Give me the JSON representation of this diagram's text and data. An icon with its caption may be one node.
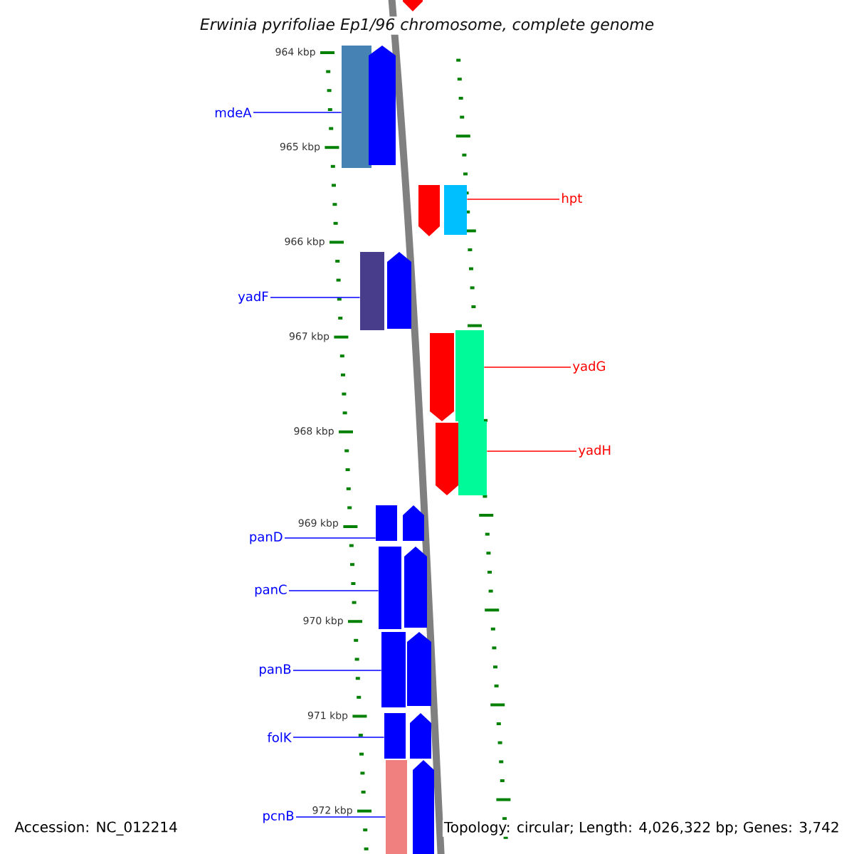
{
  "diagram": {
    "title": "Erwinia pyrifoliae Ep1/96 chromosome, complete genome",
    "nodes": [
      {
        "text": [],
        "shape": "bar"
      },
      {
        "text": [
          "mdeA"
        ]
      },
      {
        "text": [],
        "shape": "bar"
      },
      {
        "text": [],
        "shape": "bar"
      },
      {
        "text": [
          "hpt"
        ]
      },
      {
        "text": [],
        "shape": "bar"
      },
      {
        "text": [],
        "shape": "bar"
      },
      {
        "text": [
          "yadF"
        ]
      },
      {
        "text": [],
        "shape": "bar"
      },
      {
        "text": [],
        "shape": "bar"
      },
      {
        "text": [
          "yadG"
        ]
      },
      {
        "text": [],
        "shape": "bar"
      },
      {
        "text": [],
        "shape": "bar"
      },
      {
        "text": [
          "yadH"
        ]
      },
      {
        "text": [],
        "shape": "bar"
      },
      {
        "text": [],
        "shape": "bar"
      },
      {
        "text": [
          "panD"
        ]
      },
      {
        "text": [],
        "shape": "bar"
      },
      {
        "text": [],
        "shape": "bar"
      },
      {
        "text": [
          "panC"
        ]
      },
      {
        "text": [],
        "shape": "bar"
      },
      {
        "text": [],
        "shape": "bar"
      },
      {
        "text": [
          "panB"
        ]
      },
      {
        "text": [],
        "shape": "bar"
      },
      {
        "text": [],
        "shape": "bar"
      },
      {
        "text": [
          "folK"
        ]
      },
      {
        "text": [],
        "shape": "bar"
      },
      {
        "text": [],
        "shape": "bar"
      },
      {
        "text": [
          "pcnB"
        ]
      },
      {
        "text": [],
        "shape": "bar"
      },
      {
        "text": [],
        "shape": "bar"
      }
    ],
    "edges": [
      {
        "from": 1,
        "to": 2,
        "arrow": "none"
      },
      {
        "from": 4,
        "to": 6,
        "arrow": "none",
        "color": "#ff0000"
      },
      {
        "from": 7,
        "to": 8,
        "arrow": "none"
      },
      {
        "from": 10,
        "to": 12,
        "arrow": "none",
        "color": "#ff0000"
      },
      {
        "from": 13,
        "to": 15,
        "arrow": "none",
        "color": "#ff0000"
      },
      {
        "from": 16,
        "to": 17,
        "arrow": "none"
      },
      {
        "from": 19,
        "to": 20,
        "arrow": "none"
      },
      {
        "from": 22,
        "to": 23,
        "arrow": "none"
      },
      {
        "from": 25,
        "to": 26,
        "arrow": "none"
      },
      {
        "from": 28,
        "to": 29,
        "arrow": "none"
      }
    ],
    "labels": [
      "964 kbp",
      "965 kbp",
      "966 kbp",
      "967 kbp",
      "968 kbp",
      "969 kbp",
      "970 kbp",
      "971 kbp",
      "972 kbp",
      "Accession: NC_012214",
      "Topology: circular; Length: 4,026,322 bp; Genes: 3,742"
    ]
  }
}
